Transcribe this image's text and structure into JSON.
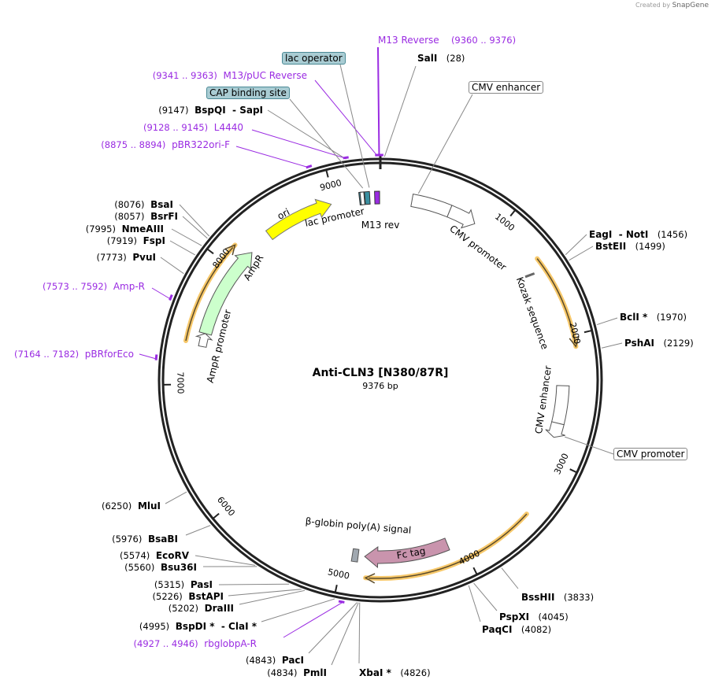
{
  "watermark": {
    "prefix": "Created by",
    "brand": "SnapGene"
  },
  "plasmid": {
    "name": "Anti-CLN3 [N380/87R]",
    "length_label": "9376 bp",
    "length": 9376
  },
  "ticks": [
    "1000",
    "2000",
    "3000",
    "4000",
    "5000",
    "6000",
    "7000",
    "8000",
    "9000"
  ],
  "enzymes": [
    {
      "name": "SalI",
      "position": "(28)",
      "bp": 28
    },
    {
      "name": "EagI  - NotI",
      "position": "(1456)",
      "bp": 1456
    },
    {
      "name": "BstEII",
      "position": "(1499)",
      "bp": 1499
    },
    {
      "name": "BclI *",
      "position": "(1970)",
      "bp": 1970
    },
    {
      "name": "PshAI",
      "position": "(2129)",
      "bp": 2129
    },
    {
      "name": "BssHII",
      "position": "(3833)",
      "bp": 3833
    },
    {
      "name": "PspXI",
      "position": "(4045)",
      "bp": 4045
    },
    {
      "name": "PaqCI",
      "position": "(4082)",
      "bp": 4082
    },
    {
      "name": "XbaI *",
      "position": "(4826)",
      "bp": 4826
    },
    {
      "name": "PmlI",
      "position": "(4834)",
      "bp": 4834
    },
    {
      "name": "PacI",
      "position": "(4843)",
      "bp": 4843
    },
    {
      "name": "BspDI *  - ClaI *",
      "position": "(4995)",
      "bp": 4995
    },
    {
      "name": "DraIII",
      "position": "(5202)",
      "bp": 5202
    },
    {
      "name": "BstAPI",
      "position": "(5226)",
      "bp": 5226
    },
    {
      "name": "PasI",
      "position": "(5315)",
      "bp": 5315
    },
    {
      "name": "Bsu36I",
      "position": "(5560)",
      "bp": 5560
    },
    {
      "name": "EcoRV",
      "position": "(5574)",
      "bp": 5574
    },
    {
      "name": "BsaBI",
      "position": "(5976)",
      "bp": 5976
    },
    {
      "name": "MluI",
      "position": "(6250)",
      "bp": 6250
    },
    {
      "name": "PvuI",
      "position": "(7773)",
      "bp": 7773
    },
    {
      "name": "FspI",
      "position": "(7919)",
      "bp": 7919
    },
    {
      "name": "NmeAIII",
      "position": "(7995)",
      "bp": 7995
    },
    {
      "name": "BsrFI",
      "position": "(8057)",
      "bp": 8057
    },
    {
      "name": "BsaI",
      "position": "(8076)",
      "bp": 8076
    },
    {
      "name": "BspQI  - SapI",
      "position": "(9147)",
      "bp": 9147
    }
  ],
  "primers": [
    {
      "name": "M13 Reverse",
      "range": "(9360 .. 9376)",
      "start": 9360,
      "end": 9376
    },
    {
      "name": "M13/pUC Reverse",
      "range": "(9341 .. 9363)",
      "start": 9341,
      "end": 9363
    },
    {
      "name": "L4440",
      "range": "(9128 .. 9145)",
      "start": 9128,
      "end": 9145
    },
    {
      "name": "pBR322ori-F",
      "range": "(8875 .. 8894)",
      "start": 8875,
      "end": 8894
    },
    {
      "name": "Amp-R",
      "range": "(7573 .. 7592)",
      "start": 7573,
      "end": 7592
    },
    {
      "name": "pBRforEco",
      "range": "(7164 .. 7182)",
      "start": 7164,
      "end": 7182
    },
    {
      "name": "rbglobpA-R",
      "range": "(4927 .. 4946)",
      "start": 4927,
      "end": 4946
    }
  ],
  "callouts": [
    {
      "name": "lac operator",
      "bp": 9290
    },
    {
      "name": "CAP binding site",
      "bp": 9240
    },
    {
      "name": "CMV enhancer",
      "bp": 300
    },
    {
      "name": "CMV promoter",
      "bp": 2790
    }
  ],
  "features": [
    {
      "label": "ori",
      "start": 8400,
      "end": 8970,
      "color": "#ffff00"
    },
    {
      "label": "AmpR",
      "start": 7420,
      "end": 8200,
      "color": "#ccffcc"
    },
    {
      "label": "AmpR promoter",
      "start": 7310,
      "end": 7420,
      "color": "#ffffff"
    },
    {
      "label": "lac promoter",
      "start": 9215,
      "end": 9245,
      "color": "#3a8fa0"
    },
    {
      "label": "M13 rev",
      "start": 9330,
      "end": 9370,
      "color": "#9a2be2"
    },
    {
      "label": "CMV promoter",
      "start": 260,
      "end": 810,
      "color": "#ffffff"
    },
    {
      "label": "Kozak sequence",
      "start": 1420,
      "end": 1440,
      "color": "#ffffff"
    },
    {
      "label": "CMV enhancer",
      "start": 2390,
      "end": 2820,
      "color": "#ffffff"
    },
    {
      "label": "Fc tag",
      "start": 4110,
      "end": 4820,
      "color": "#c994ad"
    },
    {
      "label": "β-globin poly(A) signal",
      "start": 4875,
      "end": 4925,
      "color": "#a0a8b0"
    }
  ],
  "orfs": [
    {
      "start": 1360,
      "end": 2090
    },
    {
      "start": 3450,
      "end": 4800
    },
    {
      "start": 7330,
      "end": 8150
    }
  ],
  "colors": {
    "primer": "#9a2be2",
    "orf_glow": "#f7c86a",
    "backbone": "#222222"
  }
}
